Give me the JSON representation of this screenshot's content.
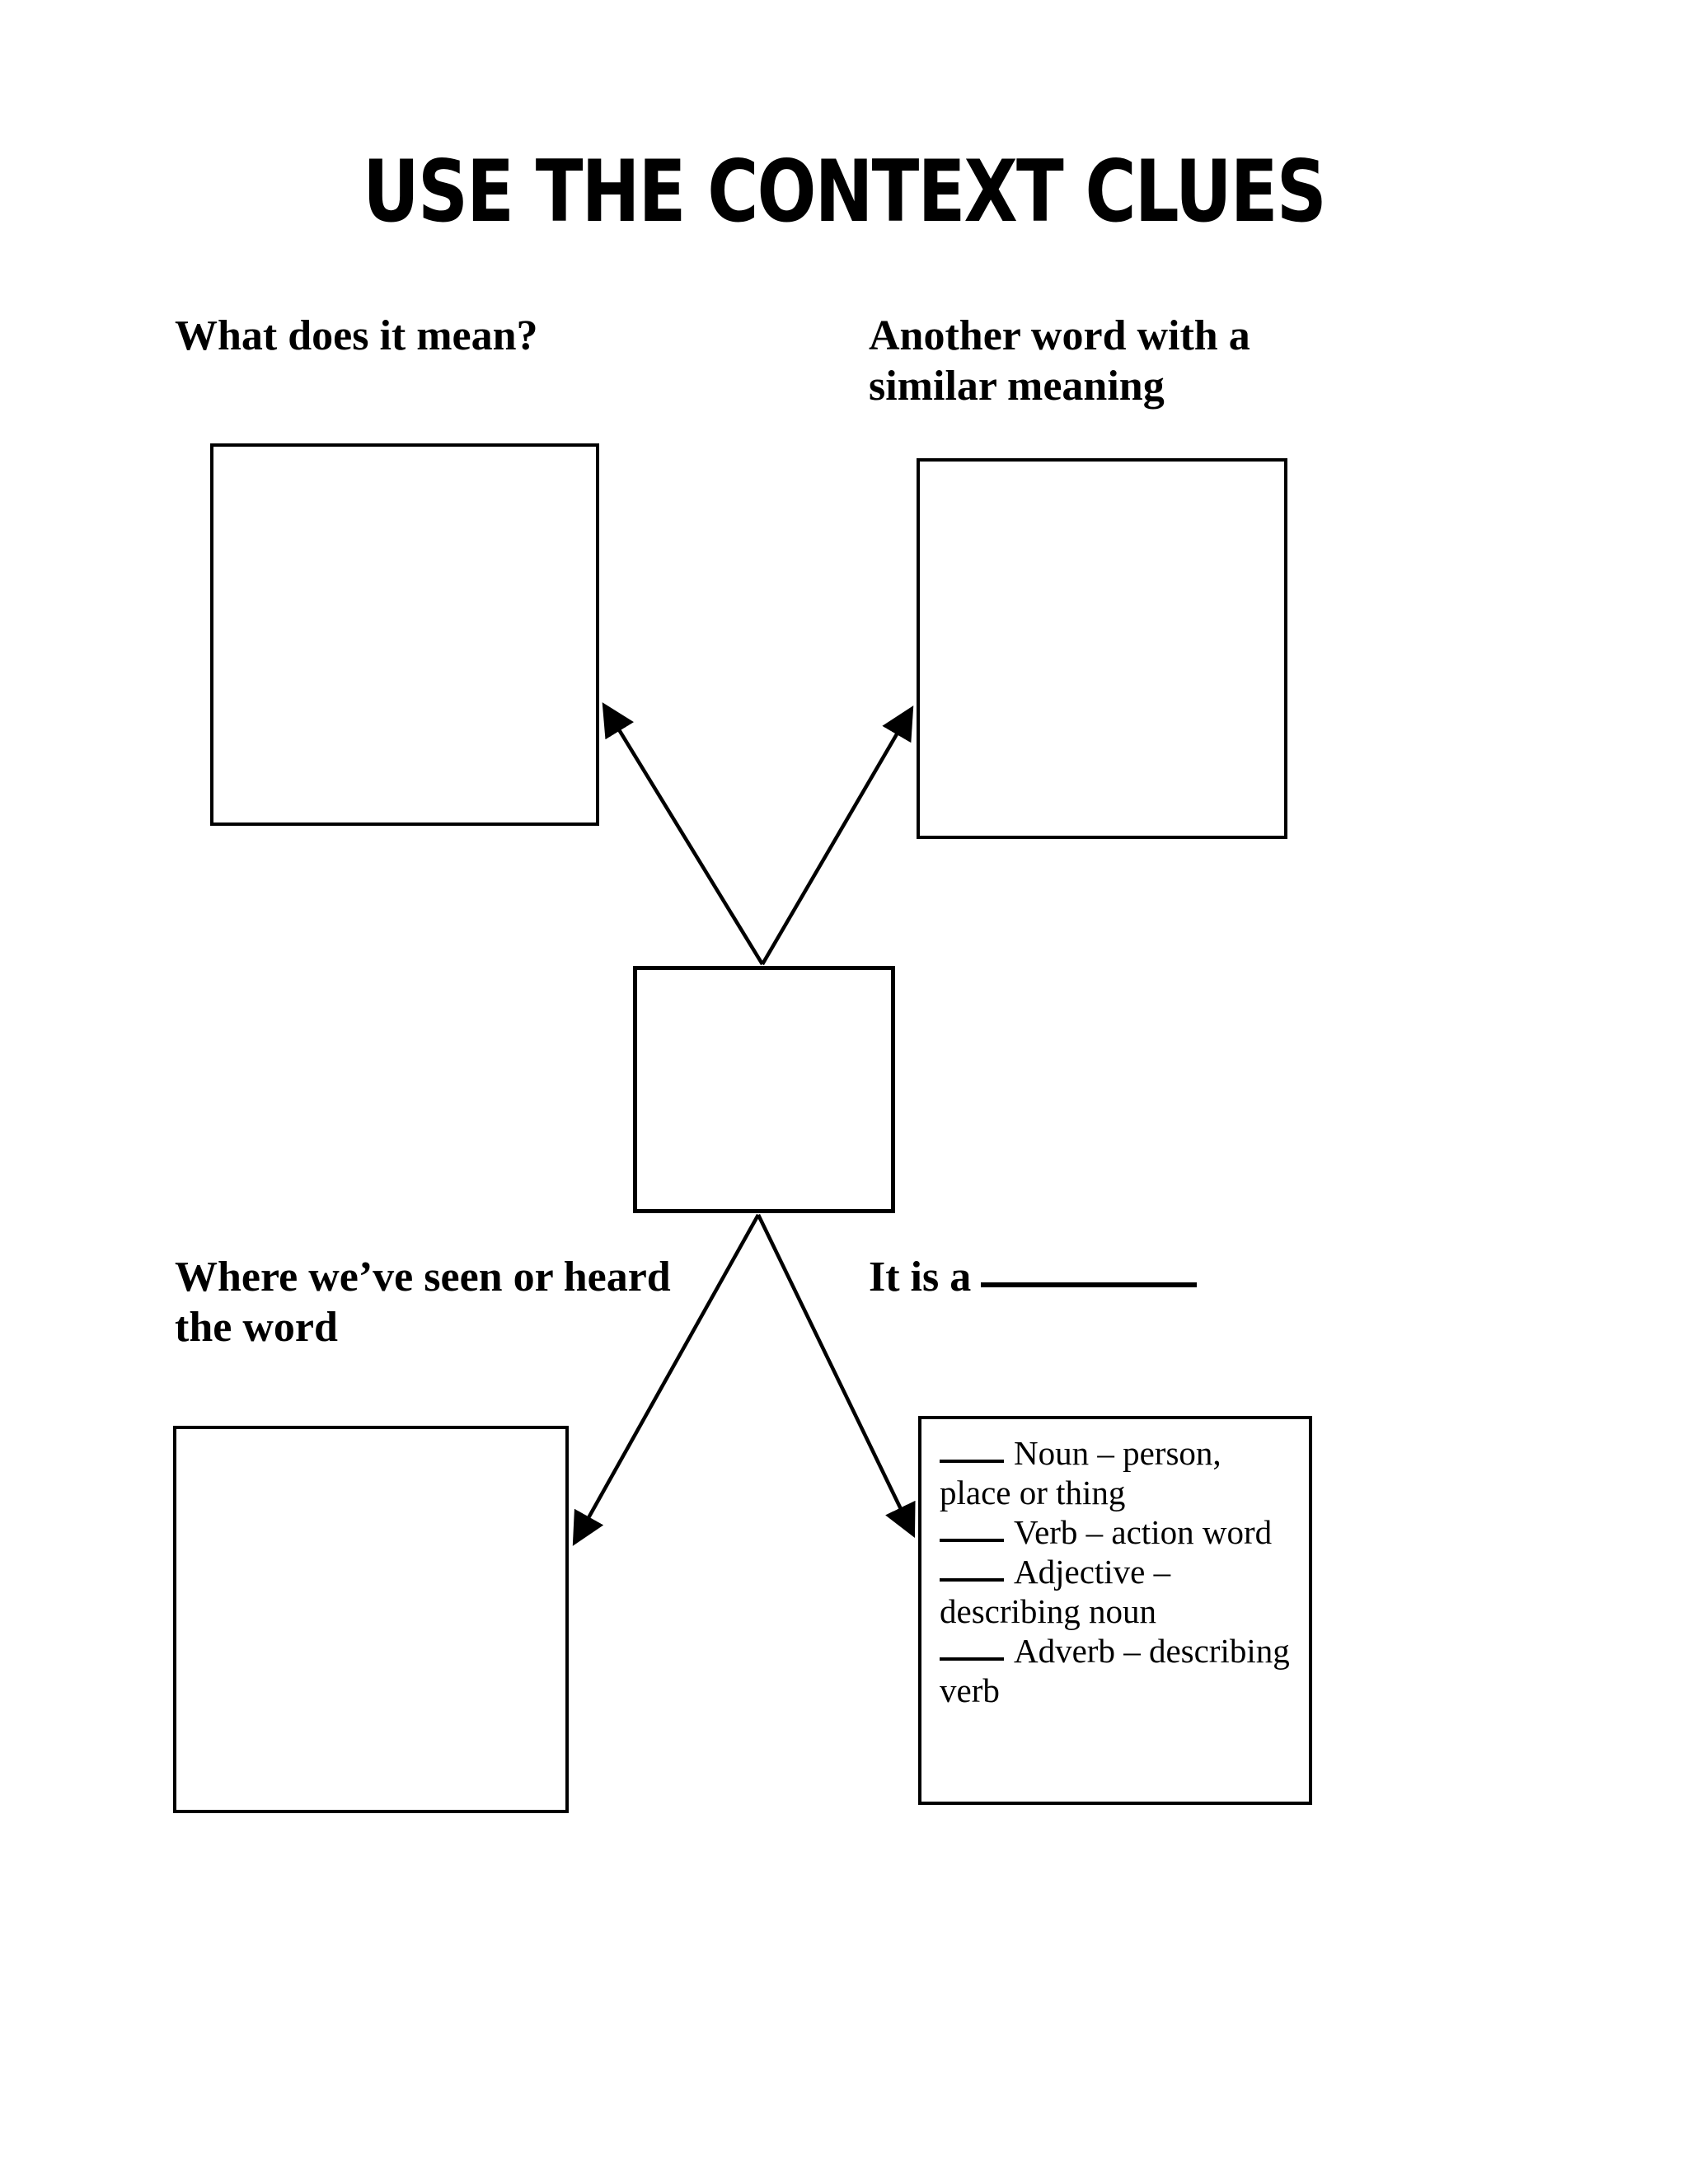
{
  "document": {
    "title": "USE THE CONTEXT CLUES",
    "type": "graphic-organizer-worksheet"
  },
  "headings": {
    "meaning": "What does it mean?",
    "synonym": "Another word with a similar meaning",
    "where": "Where we’ve seen or heard the word",
    "part_of_speech_prefix": "It is a"
  },
  "boxes": {
    "meaning": {
      "content": ""
    },
    "synonym": {
      "content": ""
    },
    "center": {
      "content": ""
    },
    "where": {
      "content": ""
    },
    "part_of_speech": {
      "options": [
        "Noun – person, place or thing",
        "Verb – action word",
        "Adjective – describing noun",
        "Adverb – describing verb"
      ]
    }
  },
  "colors": {
    "ink": "#000000",
    "page": "#ffffff"
  }
}
